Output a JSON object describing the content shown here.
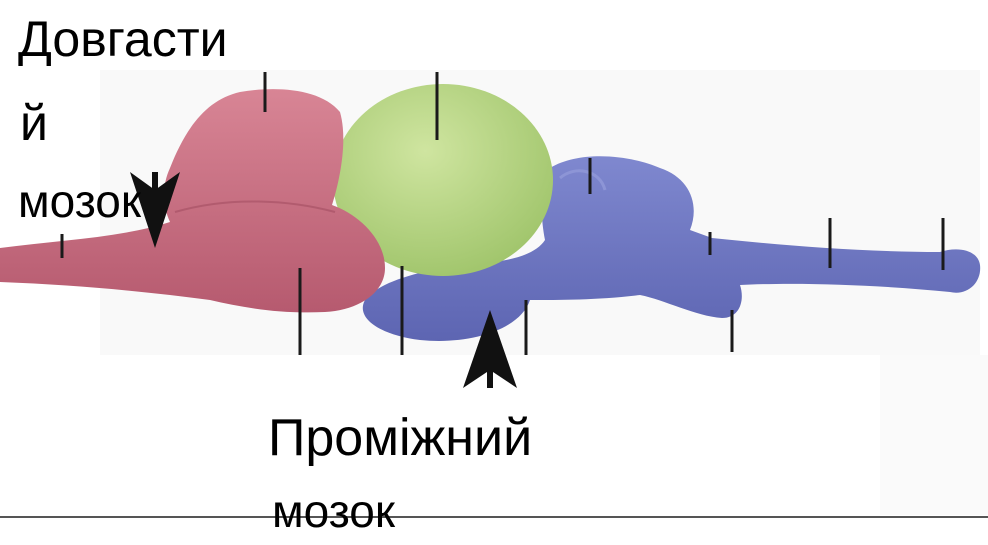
{
  "labels": {
    "medulla_line1": "Довгасти",
    "medulla_line2": "й",
    "medulla_line3": "мозок",
    "diencephalon_line1": "Проміжний",
    "diencephalon_line2": "мозок"
  },
  "colors": {
    "hindbrain": "#c86a7e",
    "midbrain": "#b4d27e",
    "forebrain": "#6f78c2",
    "pointer": "#111111",
    "text": "#000000"
  }
}
